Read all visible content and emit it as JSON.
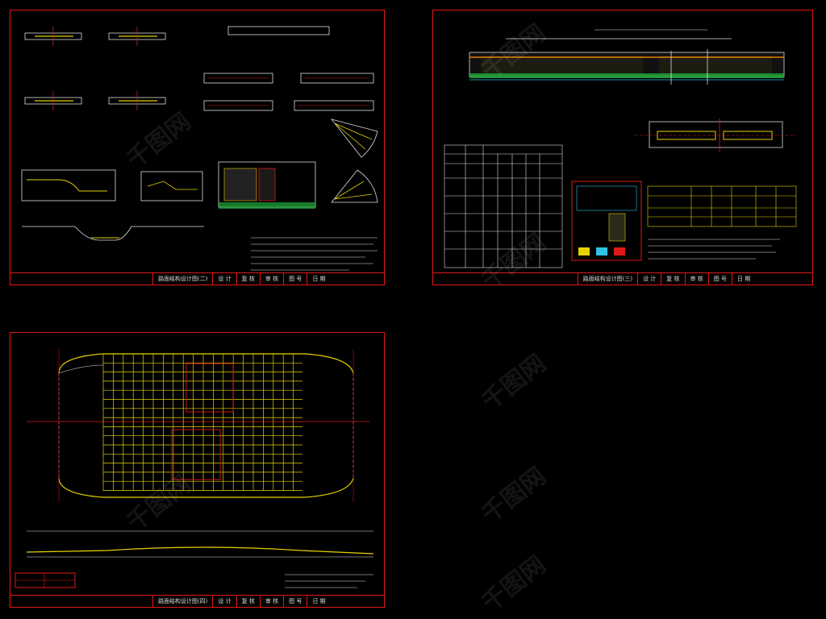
{
  "sheets": {
    "a": {
      "title": "路面结构设计图(二)",
      "fields": [
        "设 计",
        "复 核",
        "审 核",
        "图 号",
        "日 期"
      ]
    },
    "b": {
      "title": "路面结构设计图(三)",
      "fields": [
        "设 计",
        "复 核",
        "审 核",
        "图 号",
        "日 期"
      ]
    },
    "c": {
      "title": "路面结构设计图(四)",
      "fields": [
        "设 计",
        "复 核",
        "审 核",
        "图 号",
        "日 期"
      ]
    }
  },
  "watermark": "千图网",
  "colors": {
    "border": "#e01818",
    "yellow": "#e6d200",
    "green": "#1fae3a",
    "cyan": "#2ec4e6",
    "white": "#dddddd"
  }
}
